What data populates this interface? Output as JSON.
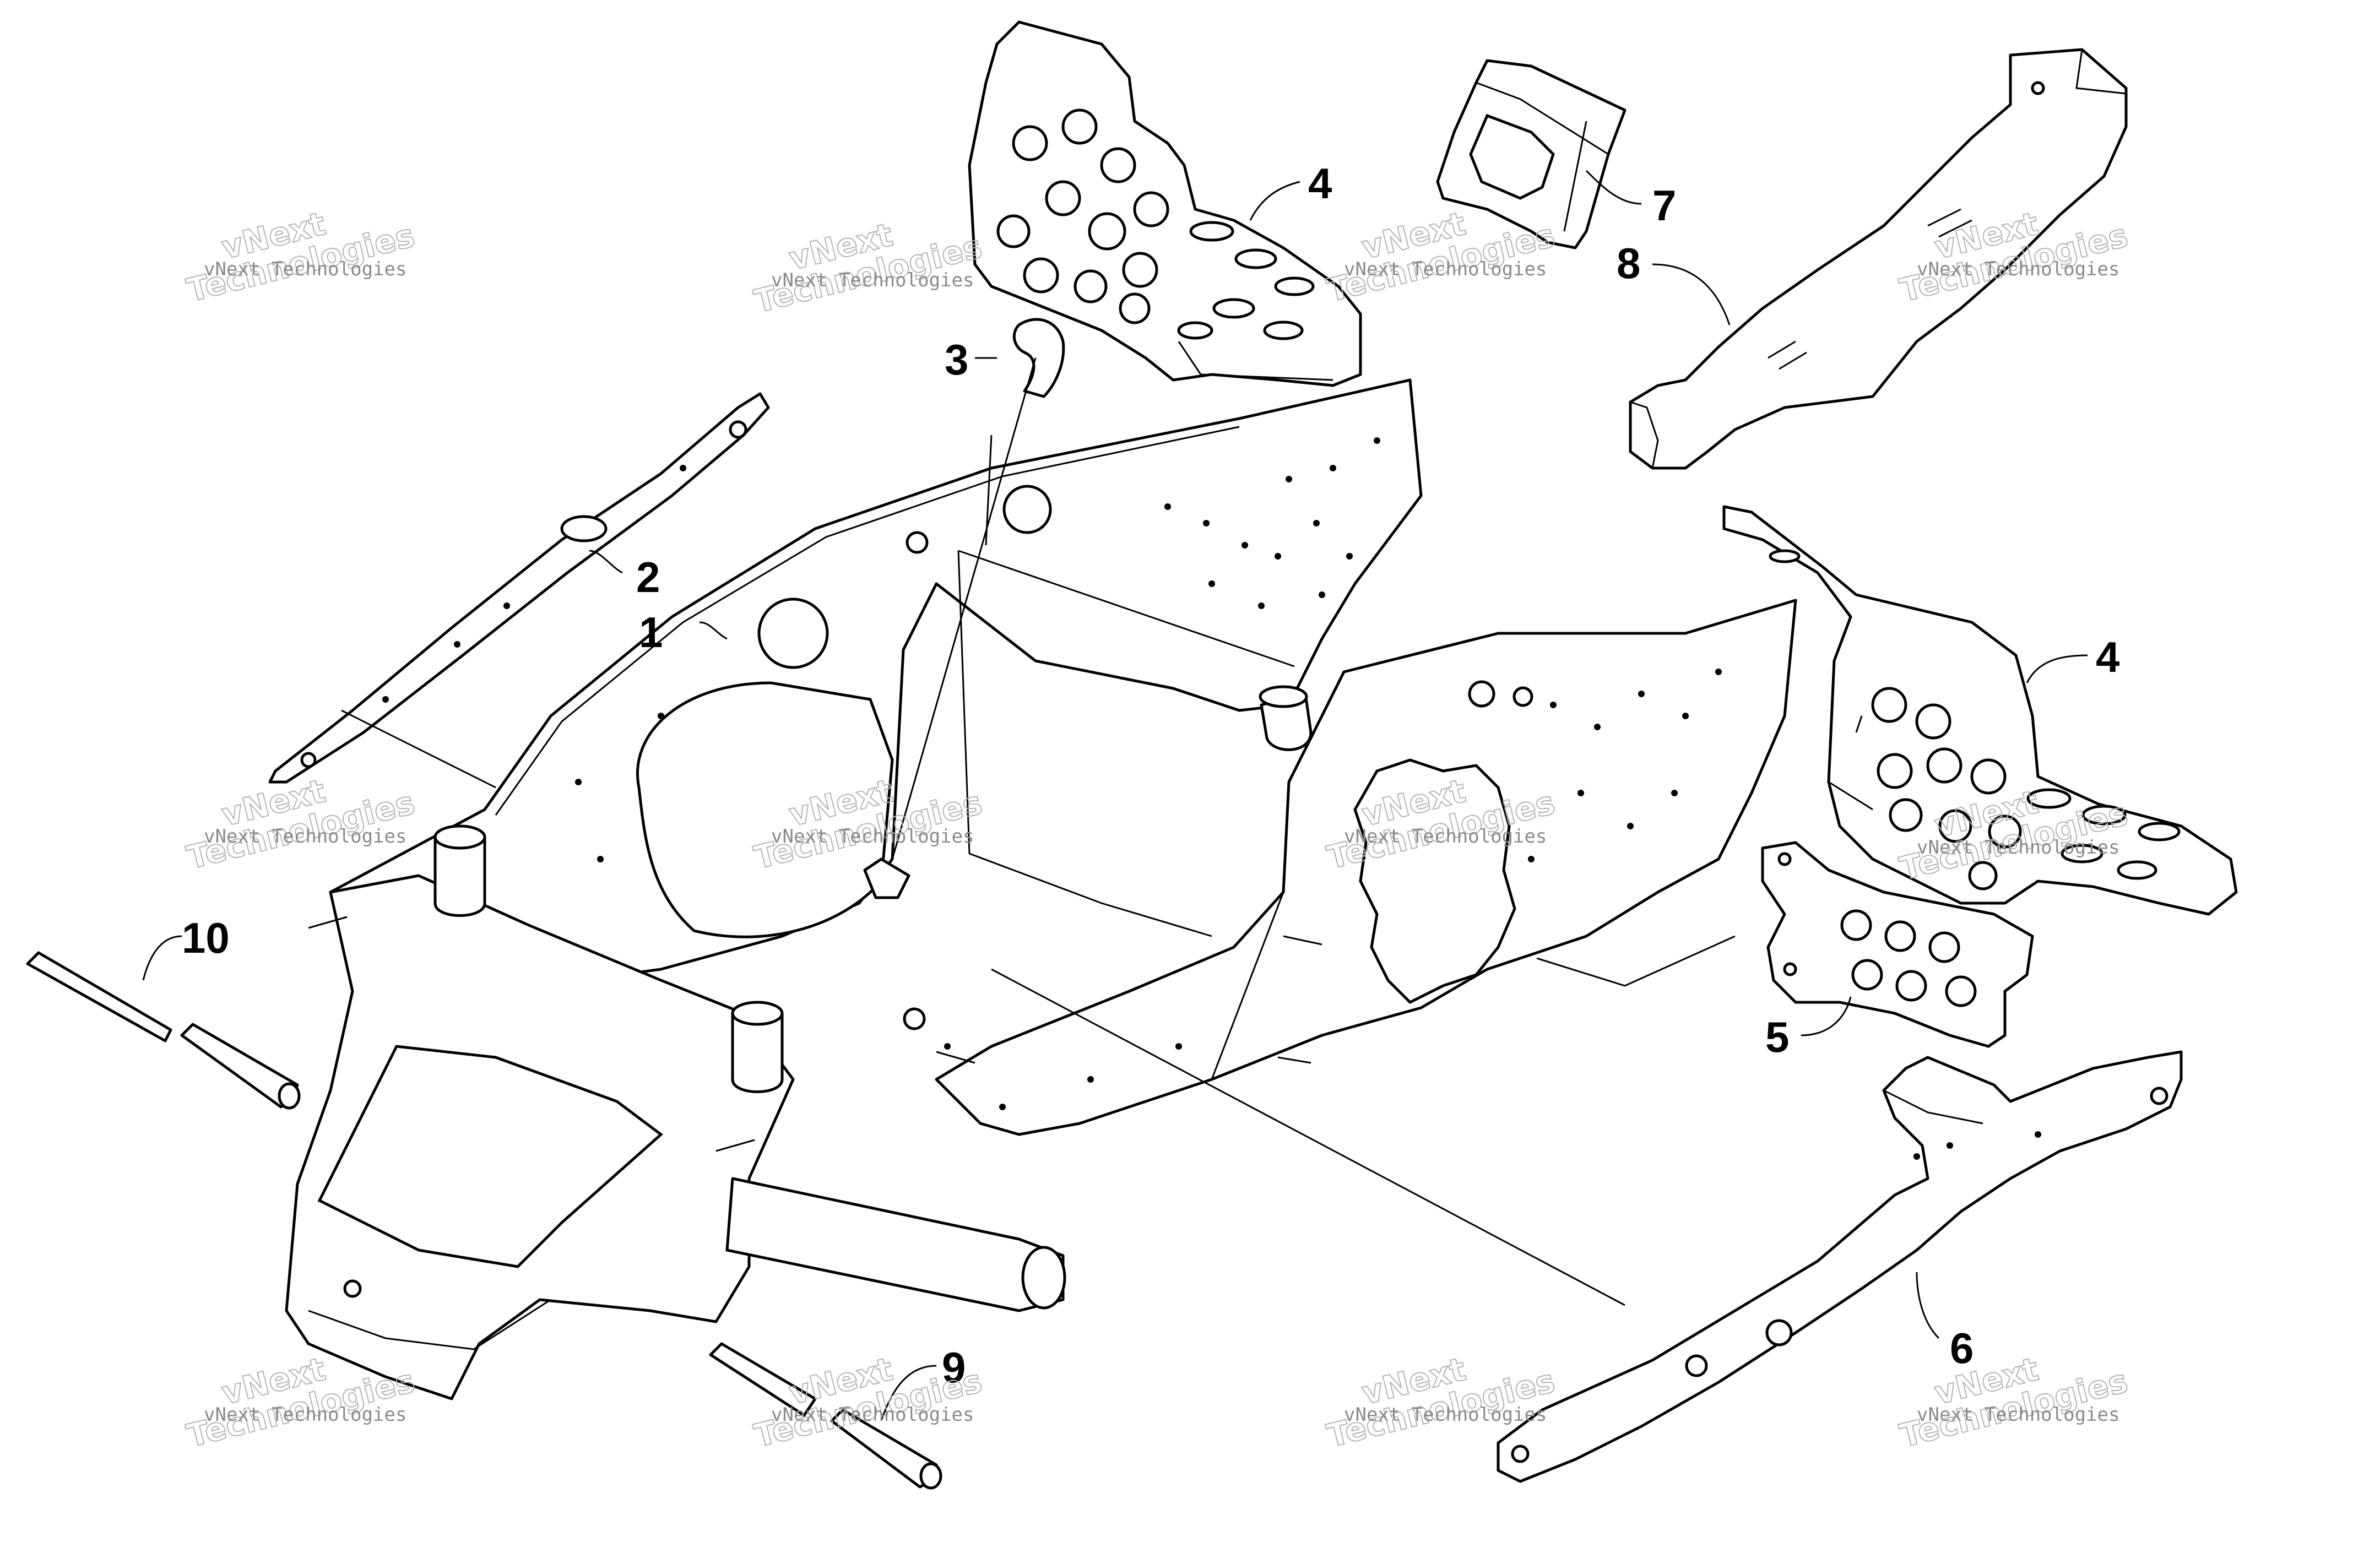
{
  "callouts": {
    "c1": "1",
    "c2": "2",
    "c3": "3",
    "c4a": "4",
    "c4b": "4",
    "c5": "5",
    "c6": "6",
    "c7": "7",
    "c8": "8",
    "c9": "9",
    "c10": "10"
  },
  "watermark": {
    "small": "vNext Technologies",
    "big_line1": "vNext",
    "big_line2": "Technologies"
  }
}
